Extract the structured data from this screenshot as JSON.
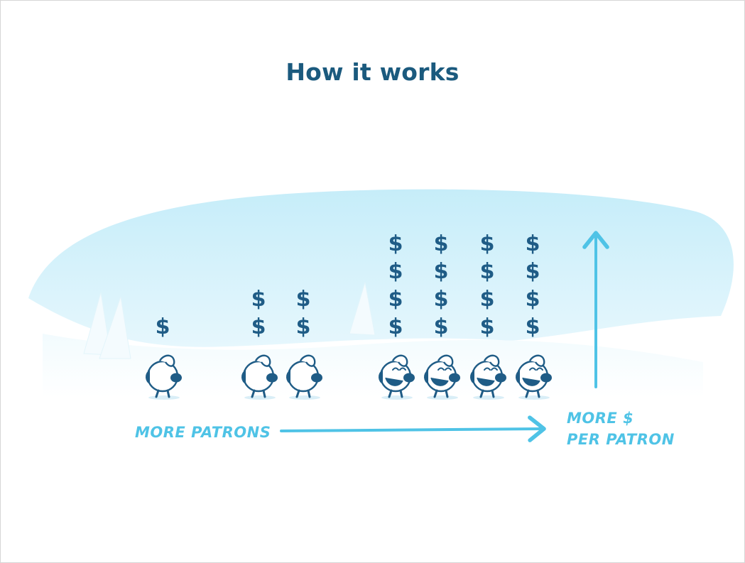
{
  "title": "How it works",
  "labels": {
    "more_patrons": "MORE PATRONS",
    "more_dollars": "MORE $",
    "per_patron": "PER PATRON"
  },
  "groups": [
    {
      "patrons": 1,
      "dollars_each": 1,
      "mood": "neutral"
    },
    {
      "patrons": 2,
      "dollars_each": 2,
      "mood": "neutral"
    },
    {
      "patrons": 4,
      "dollars_each": 4,
      "mood": "happy"
    }
  ],
  "colors": {
    "title": "#1b5a7e",
    "dollar": "#1f5c86",
    "accent": "#4fc3e6",
    "sky_top": "#c8eef9",
    "sky_bottom": "#e3f6fc",
    "figure_outline": "#1f5c86"
  }
}
